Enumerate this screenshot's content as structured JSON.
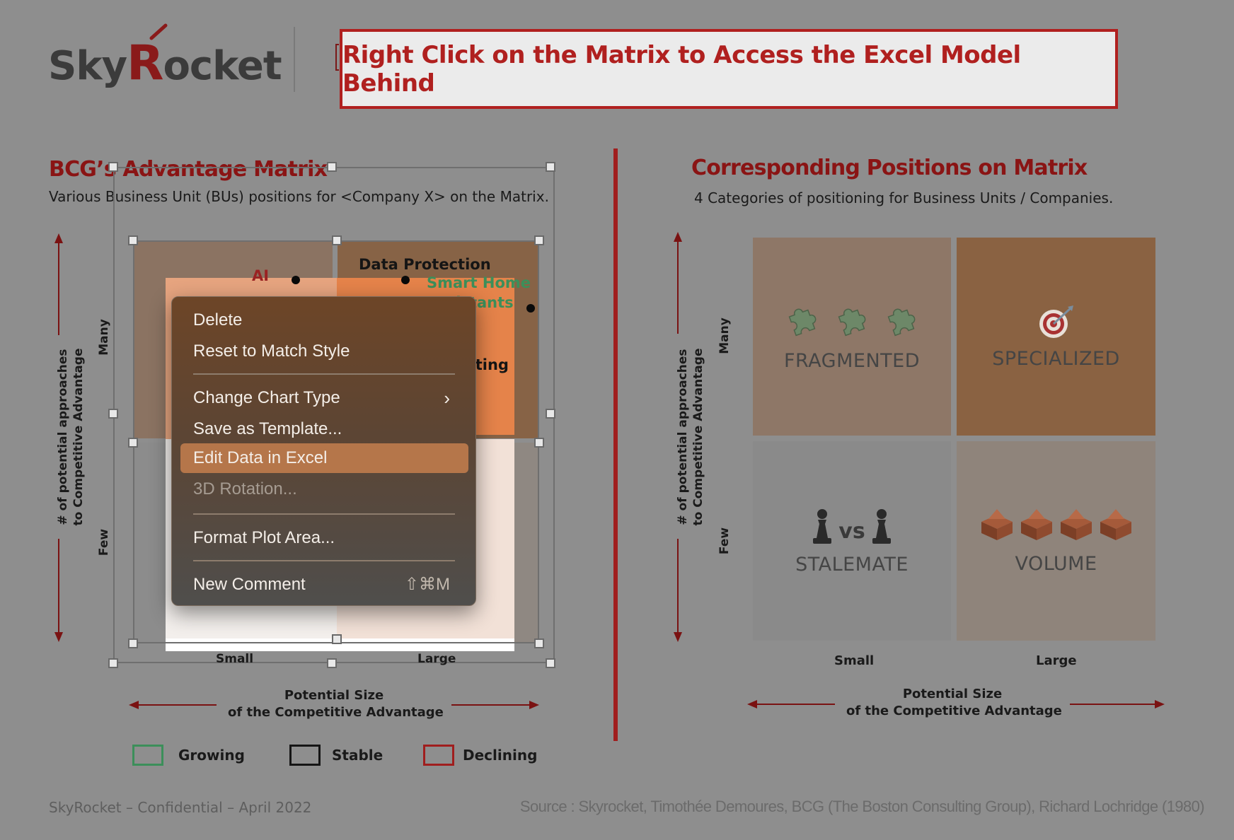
{
  "logo": {
    "text_pre": "Sky",
    "text_r": "R",
    "text_post": "ocket"
  },
  "banner": {
    "text": "Right Click on the Matrix to Access the Excel Model Behind"
  },
  "left": {
    "title": "BCG’s Advantage Matrix",
    "subtitle": "Various Business Unit (BUs) positions for <Company X> on the Matrix.",
    "y_axis_title_line1": "# of potential approaches",
    "y_axis_title_line2": "to Competitive Advantage",
    "y_many": "Many",
    "y_few": "Few",
    "x_small": "Small",
    "x_large": "Large",
    "x_axis_title_line1": "Potential Size",
    "x_axis_title_line2": "of the Competitive Advantage",
    "bu_labels": {
      "ai": "AI",
      "data_protection": "Data Protection",
      "smart_home": "Smart Home",
      "assistants": "Assistants",
      "computing": "Computing"
    }
  },
  "context_menu": {
    "items": [
      {
        "label": "Delete"
      },
      {
        "label": "Reset to Match Style"
      },
      {
        "label": "Change Chart Type"
      },
      {
        "label": "Save as Template..."
      },
      {
        "label": "Edit Data in Excel"
      },
      {
        "label": "3D Rotation..."
      },
      {
        "label": "Format Plot Area..."
      },
      {
        "label": "New Comment",
        "shortcut": "⇧⌘M"
      }
    ],
    "submenu_chevron": "›"
  },
  "right": {
    "title": "Corresponding Positions on Matrix",
    "subtitle": "4 Categories of positioning for Business Units / Companies.",
    "y_axis_title_line1": "# of potential approaches",
    "y_axis_title_line2": "to Competitive Advantage",
    "y_many": "Many",
    "y_few": "Few",
    "x_small": "Small",
    "x_large": "Large",
    "x_axis_title_line1": "Potential Size",
    "x_axis_title_line2": "of the Competitive Advantage",
    "quadrants": {
      "fragmented": "FRAGMENTED",
      "specialized": "SPECIALIZED",
      "stalemate": "STALEMATE",
      "volume": "VOLUME",
      "vs": "vs"
    }
  },
  "legend": {
    "growing": {
      "label": "Growing",
      "color": "#3c8f5a"
    },
    "stable": {
      "label": "Stable",
      "color": "#151515"
    },
    "declining": {
      "label": "Declining",
      "color": "#a01e1e"
    }
  },
  "footer": {
    "left": "SkyRocket – Confidential – April 2022",
    "right": "Source : Skyrocket, Timothée Demoures,  BCG (The Boston Consulting Group), Richard Lochridge (1980)"
  },
  "colors": {
    "brand_red": "#b0201f",
    "title_red": "#8a1414",
    "menu_highlight": "#b5764a",
    "quad_tl": "#8e7767",
    "quad_tr": "#8a6242",
    "quad_bl": "#8a8a8a",
    "quad_br": "#8f847b"
  }
}
